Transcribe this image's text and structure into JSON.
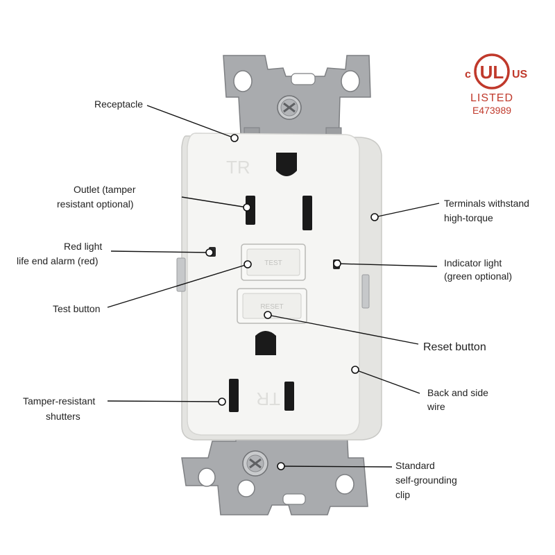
{
  "colors": {
    "metal": "#a9abae",
    "metal_dark": "#7d7f82",
    "body": "#f4f4f2",
    "body_edge": "#d9d9d6",
    "slot": "#1a1a1a",
    "ul_red": "#c0392b",
    "leader": "#111111"
  },
  "labels": {
    "receptacle": "Receptacle",
    "outlet_line1": "Outlet (tamper",
    "outlet_line2": "resistant optional)",
    "red_light_line1": "Red light",
    "red_light_line2": "life end alarm (red)",
    "test_button": "Test button",
    "tamper_line1": "Tamper-resistant",
    "tamper_line2": "shutters",
    "terminals_line1": "Terminals withstand",
    "terminals_line2": "high-torque",
    "indicator_line1": "Indicator light",
    "indicator_line2": "(green optional)",
    "reset_button": "Reset button",
    "back_side_line1": "Back and side",
    "back_side_line2": "wire",
    "grounding_line1": "Standard",
    "grounding_line2": "self-grounding",
    "grounding_line3": "clip"
  },
  "ul_mark": {
    "c": "c",
    "ul": "UL",
    "us": "US",
    "listed": "LISTED",
    "file_number": "E473989"
  },
  "face_marks": {
    "tr_top": "TR",
    "tr_bottom": "TR",
    "test": "TEST",
    "reset": "RESET"
  }
}
